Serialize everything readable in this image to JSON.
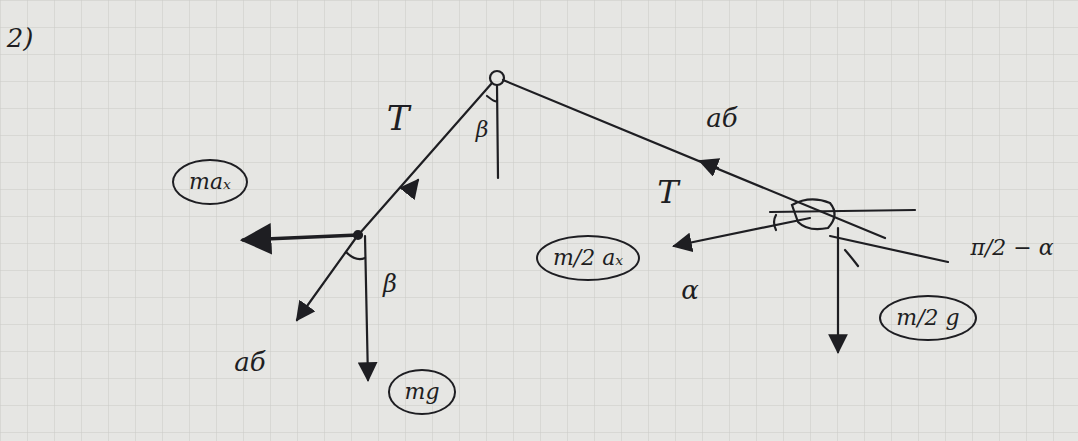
{
  "diagram": {
    "nodes": [
      {
        "text": [
          "maₓ"
        ]
      },
      {
        "text": [
          "m/2 aₓ"
        ]
      },
      {
        "text": [
          "m/2 g"
        ]
      },
      {
        "text": [
          "mg"
        ]
      }
    ],
    "labels": [
      "2)",
      "T",
      "β",
      "β",
      "aб",
      "aб",
      "T",
      "α",
      "π/2 − α"
    ]
  }
}
